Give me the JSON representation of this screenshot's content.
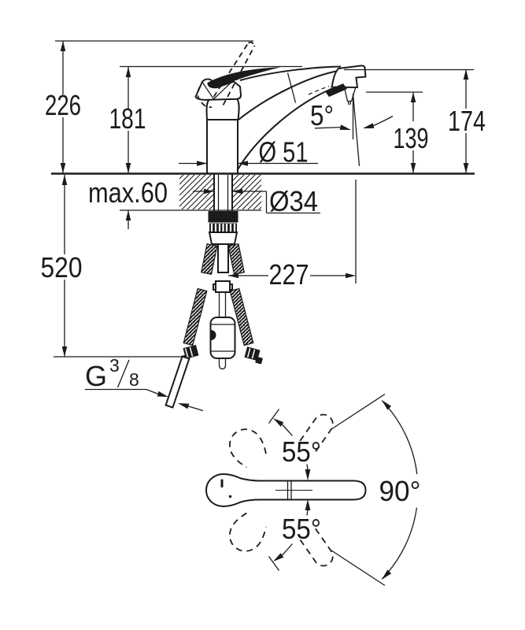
{
  "drawing": {
    "colors": {
      "ink": "#1b1b1b",
      "background": "#ffffff"
    },
    "side_view": {
      "dim_total_height": "226",
      "dim_body_height": "181",
      "dim_max_deck": "max.60",
      "dim_under_height": "520",
      "dim_base_diameter": "Ø 51",
      "dim_hole_diameter": "Ø34",
      "dim_hose_extension": "227",
      "dim_spout_outlet_height": "139",
      "dim_spout_top_height": "174",
      "dim_jet_angle": "5°",
      "thread_label": {
        "letter": "G",
        "numerator": "3",
        "denominator": "8"
      }
    },
    "top_view": {
      "dim_swivel_upper": "55°",
      "dim_swivel_lower": "55°",
      "dim_swivel_total": "90°"
    }
  }
}
